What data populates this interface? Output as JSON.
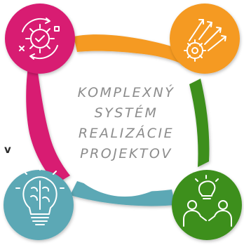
{
  "title_lines": [
    "KOMPLEXNÝ",
    "SYSTÉM",
    "REALIZÁCIE",
    "PROJEKTOV"
  ],
  "corner_mark": "v",
  "nodes": [
    {
      "id": "top-left",
      "color": "#d81b72",
      "icon": "gear-cycle-icon"
    },
    {
      "id": "top-right",
      "color": "#f59a20",
      "icon": "growth-arrows-gear-icon"
    },
    {
      "id": "bottom-left",
      "color": "#5ba8b5",
      "icon": "brain-lightbulb-icon"
    },
    {
      "id": "bottom-right",
      "color": "#3e8f1f",
      "icon": "teamwork-idea-icon"
    }
  ]
}
